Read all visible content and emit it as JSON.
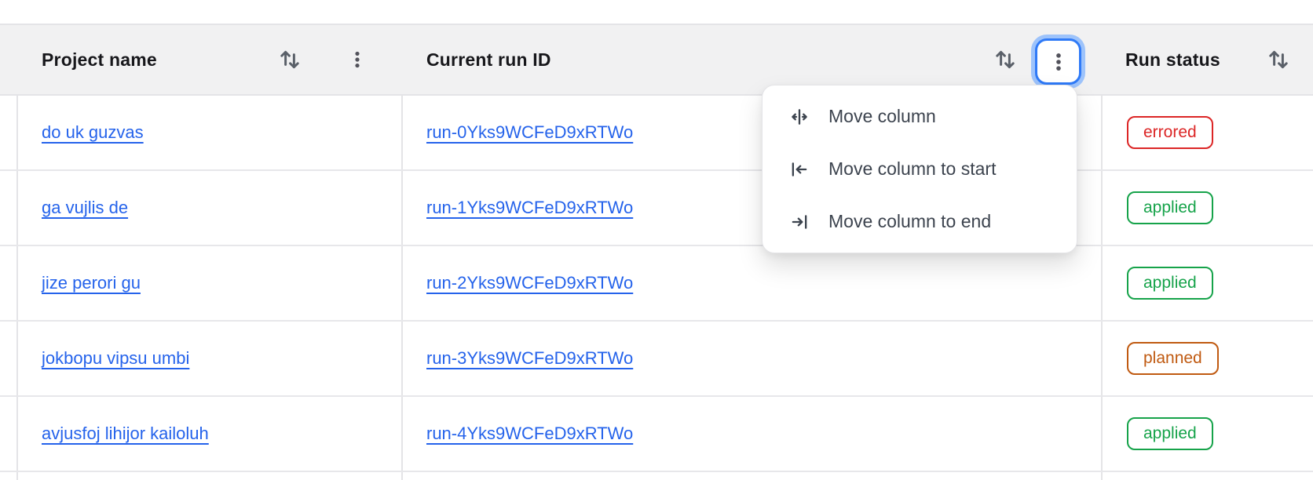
{
  "table": {
    "columns": [
      {
        "label": "Project name",
        "sort_icon": "sort-arrows-icon",
        "menu_icon": "kebab-icon"
      },
      {
        "label": "Current run ID",
        "sort_icon": "sort-arrows-icon",
        "menu_icon": "kebab-icon",
        "menu_open": true
      },
      {
        "label": "Run status",
        "sort_icon": "sort-arrows-icon"
      }
    ],
    "rows": [
      {
        "project": "do uk guzvas",
        "run_id": "run-0Yks9WCFeD9xRTWo",
        "status": "errored"
      },
      {
        "project": "ga vujlis de",
        "run_id": "run-1Yks9WCFeD9xRTWo",
        "status": "applied"
      },
      {
        "project": "jize perori gu",
        "run_id": "run-2Yks9WCFeD9xRTWo",
        "status": "applied"
      },
      {
        "project": "jokbopu vipsu umbi",
        "run_id": "run-3Yks9WCFeD9xRTWo",
        "status": "planned"
      },
      {
        "project": "avjusfoj lihijor kailoluh",
        "run_id": "run-4Yks9WCFeD9xRTWo",
        "status": "applied"
      }
    ]
  },
  "menu": {
    "items": [
      {
        "label": "Move column",
        "icon": "move-column-icon"
      },
      {
        "label": "Move column to start",
        "icon": "move-column-to-start-icon"
      },
      {
        "label": "Move column to end",
        "icon": "move-column-to-end-icon"
      }
    ]
  },
  "colors": {
    "header_background": "#f1f1f2",
    "border": "#e4e4e7",
    "link_blue": "#2563eb",
    "focus_ring_inner": "#2f7af7",
    "focus_ring_outer": "#9dc3fb",
    "status_errored": "#dc2626",
    "status_applied": "#16a34a",
    "status_planned": "#c05a11",
    "header_text": "#17171b",
    "menu_text": "#3c434e",
    "icon_gray": "#5a6069"
  }
}
